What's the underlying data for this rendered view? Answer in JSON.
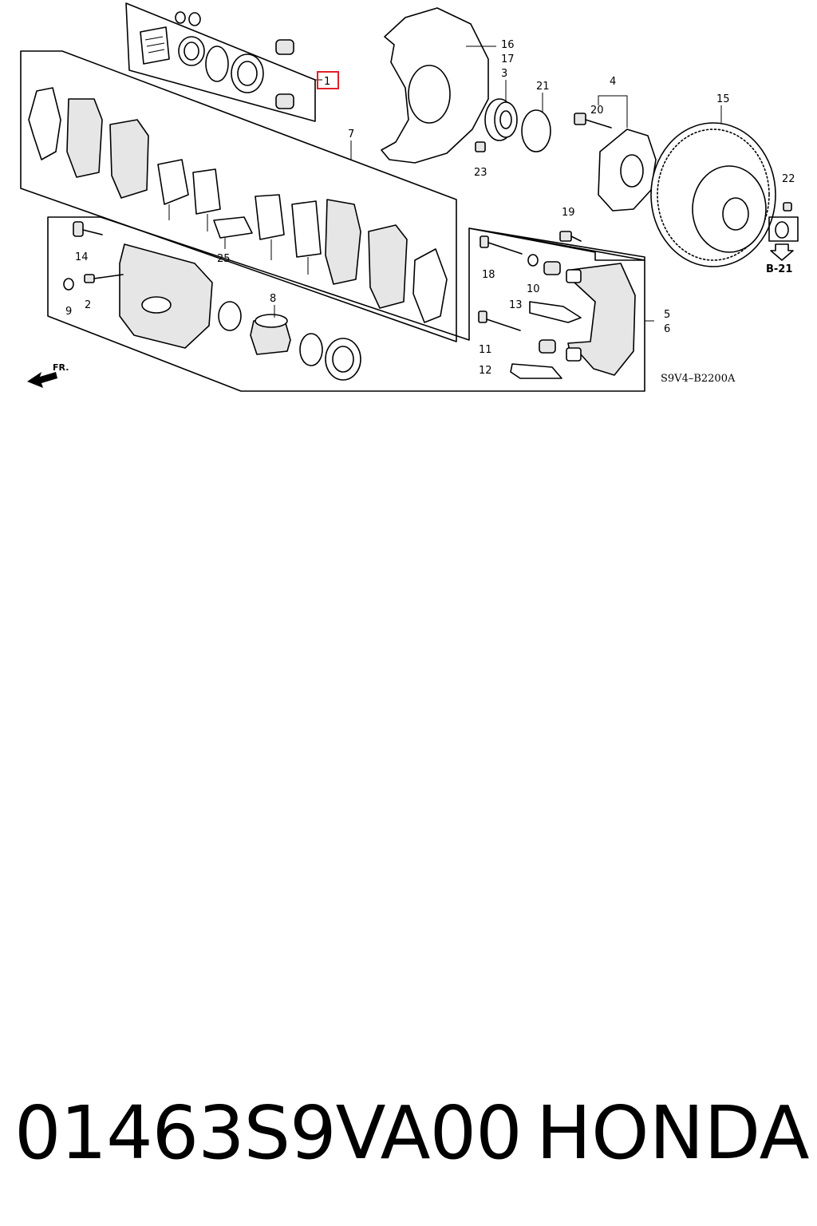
{
  "diagram": {
    "callouts": [
      {
        "id": "1",
        "label": "1",
        "highlighted": true
      },
      {
        "id": "2",
        "label": "2"
      },
      {
        "id": "3",
        "label": "3"
      },
      {
        "id": "4",
        "label": "4"
      },
      {
        "id": "5",
        "label": "5"
      },
      {
        "id": "6",
        "label": "6"
      },
      {
        "id": "7",
        "label": "7"
      },
      {
        "id": "8",
        "label": "8"
      },
      {
        "id": "9",
        "label": "9"
      },
      {
        "id": "10",
        "label": "10"
      },
      {
        "id": "11",
        "label": "11"
      },
      {
        "id": "12",
        "label": "12"
      },
      {
        "id": "13",
        "label": "13"
      },
      {
        "id": "14",
        "label": "14"
      },
      {
        "id": "15",
        "label": "15"
      },
      {
        "id": "16",
        "label": "16"
      },
      {
        "id": "17",
        "label": "17"
      },
      {
        "id": "18",
        "label": "18"
      },
      {
        "id": "19",
        "label": "19"
      },
      {
        "id": "20",
        "label": "20"
      },
      {
        "id": "21",
        "label": "21"
      },
      {
        "id": "22",
        "label": "22"
      },
      {
        "id": "23",
        "label": "23"
      },
      {
        "id": "25",
        "label": "25"
      }
    ],
    "front_label": "FR.",
    "ref_label": "B-21",
    "diagram_code": "S9V4–B2200A",
    "highlight_color": "#e0202a"
  },
  "caption": {
    "part_number": "01463S9VA00",
    "brand": "HONDA"
  }
}
